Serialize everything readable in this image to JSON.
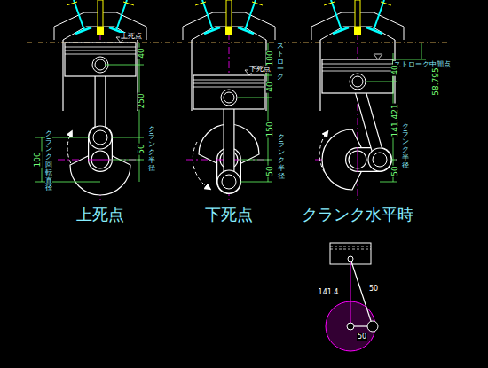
{
  "diagram": {
    "labels": [
      "上死点",
      "40",
      "250",
      "50",
      "100",
      "クランク回転直径",
      "クランク半径",
      "上死点",
      "下死点",
      "100",
      "ストローク",
      "40",
      "150",
      "50",
      "クランク半径",
      "下死点",
      "ストローク中間点",
      "58.795",
      "40",
      "141.421",
      "50",
      "クランク半径",
      "クランク水平時",
      "141.4",
      "50",
      "50"
    ]
  }
}
